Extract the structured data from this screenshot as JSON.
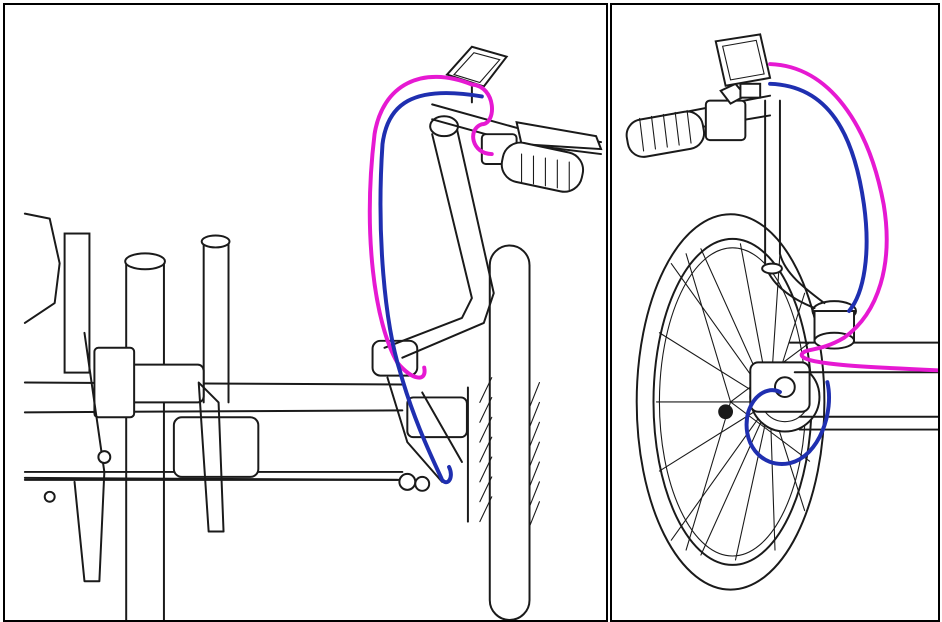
{
  "figure": {
    "panels": [
      {
        "id": "left",
        "view": "top"
      },
      {
        "id": "right",
        "view": "side"
      }
    ],
    "colors": {
      "line_art": "#1a1a1a",
      "background": "#ffffff",
      "cable_magenta": "#e619d2",
      "cable_blue": "#1f2fb0"
    },
    "icons": [
      "frame-tube",
      "handlebar",
      "display",
      "brake-lever",
      "throttle-grip",
      "wheel",
      "disc-brake",
      "crankset"
    ]
  }
}
